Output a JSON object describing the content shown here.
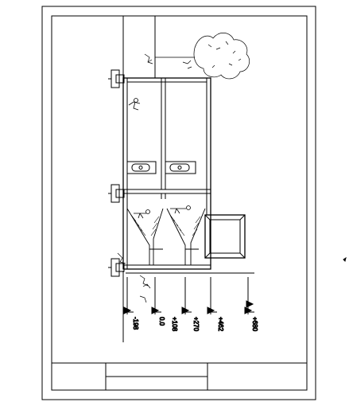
{
  "drawing": {
    "level_marks": [
      {
        "label": "-198"
      },
      {
        "label": "0.0"
      },
      {
        "label": "+108"
      },
      {
        "label": "+270"
      },
      {
        "label": "+462"
      },
      {
        "label": "+680"
      }
    ],
    "title_block": {
      "cell_1": "",
      "cell_2": "",
      "cell_3": ""
    },
    "line_color": "#000000",
    "background": "#ffffff"
  }
}
